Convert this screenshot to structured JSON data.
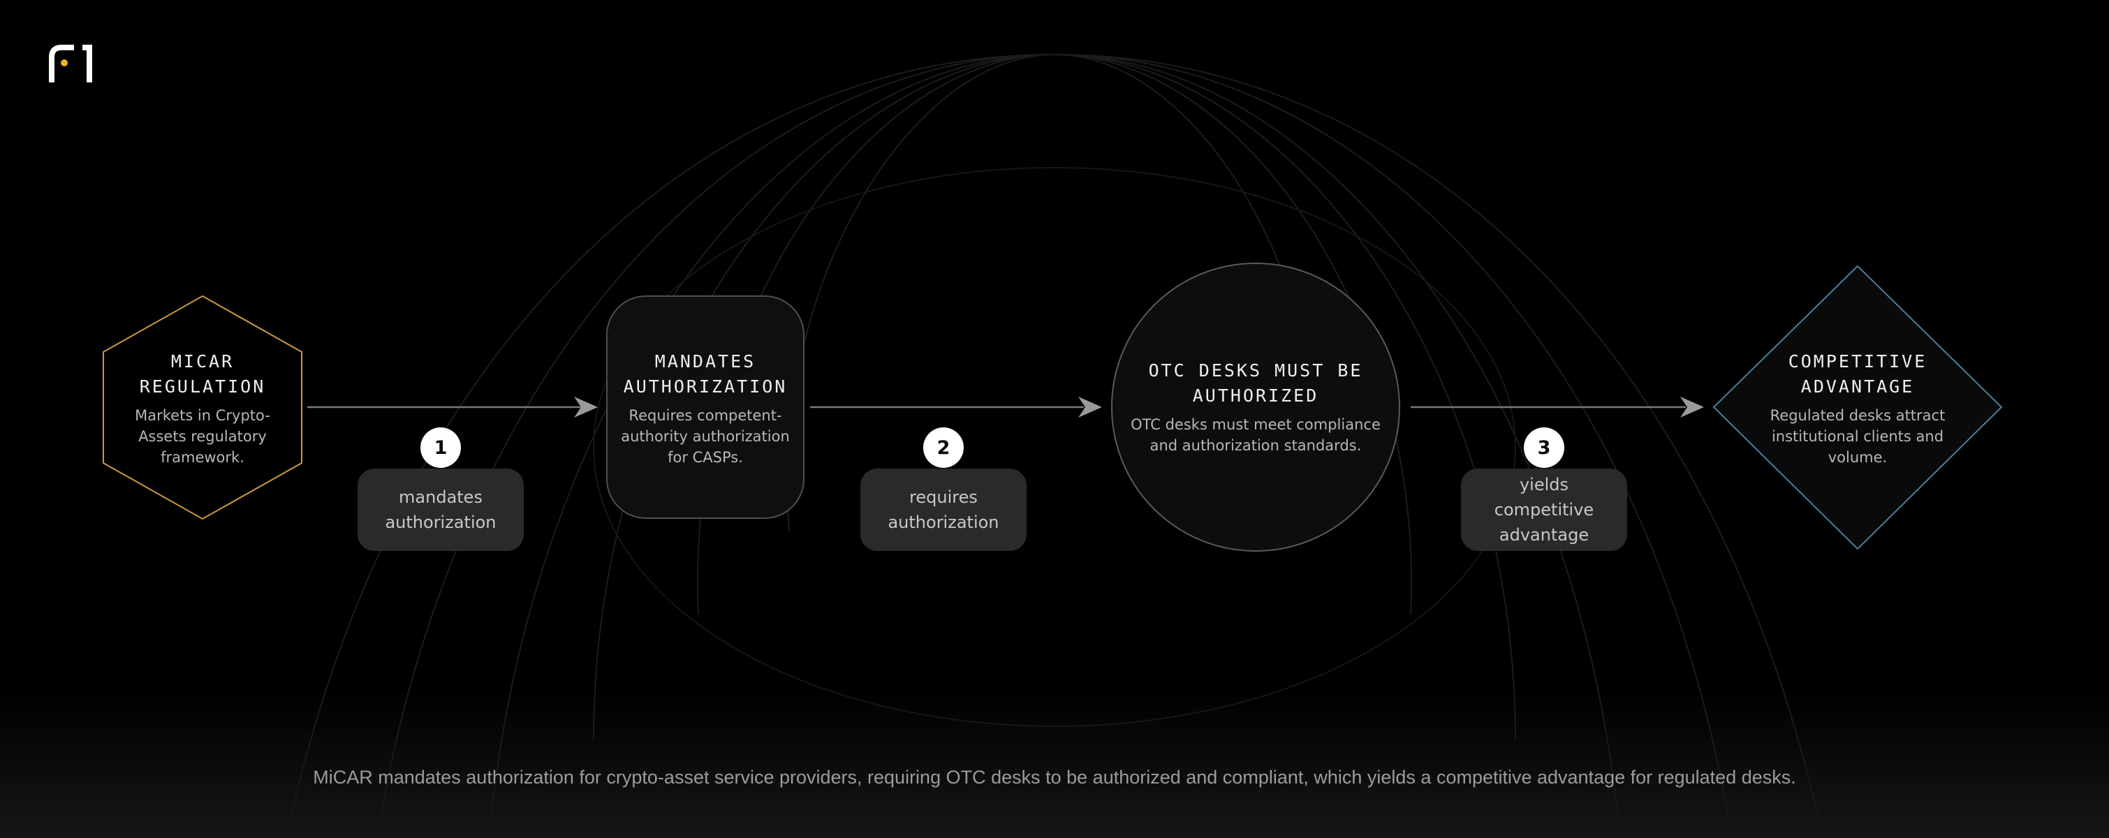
{
  "colors": {
    "background": "#000000",
    "node_micar_border": "#c99a3a",
    "node_advantage_border": "#4a7f9a",
    "node_neutral_border": "#5a5a5a",
    "edge_line": "#8a8a8a",
    "logo_accent": "#f2b418"
  },
  "logo": {
    "icon": "brand-logo-icon"
  },
  "nodes": [
    {
      "id": "micar",
      "shape": "hexagon",
      "title_lines": [
        "MICAR",
        "REGULATION"
      ],
      "desc_lines": [
        "Markets in Crypto-",
        "Assets regulatory",
        "framework."
      ]
    },
    {
      "id": "mandates",
      "shape": "rounded-rectangle",
      "title_lines": [
        "MANDATES",
        "AUTHORIZATION"
      ],
      "desc_lines": [
        "Requires competent-",
        "authority authorization",
        "for CASPs."
      ]
    },
    {
      "id": "otc",
      "shape": "circle",
      "title_lines": [
        "OTC DESKS MUST BE",
        "AUTHORIZED"
      ],
      "desc_lines": [
        "OTC desks must meet compliance",
        "and authorization standards."
      ]
    },
    {
      "id": "advantage",
      "shape": "diamond",
      "title_lines": [
        "COMPETITIVE",
        "ADVANTAGE"
      ],
      "desc_lines": [
        "Regulated desks attract",
        "institutional clients and",
        "volume."
      ]
    }
  ],
  "edges": [
    {
      "step": "1",
      "label": "mandates authorization"
    },
    {
      "step": "2",
      "label": "requires authorization"
    },
    {
      "step": "3",
      "label": "yields competitive advantage"
    }
  ],
  "caption": "MiCAR mandates authorization for crypto-asset service providers, requiring OTC desks to be authorized and compliant, which yields a competitive advantage for regulated desks."
}
